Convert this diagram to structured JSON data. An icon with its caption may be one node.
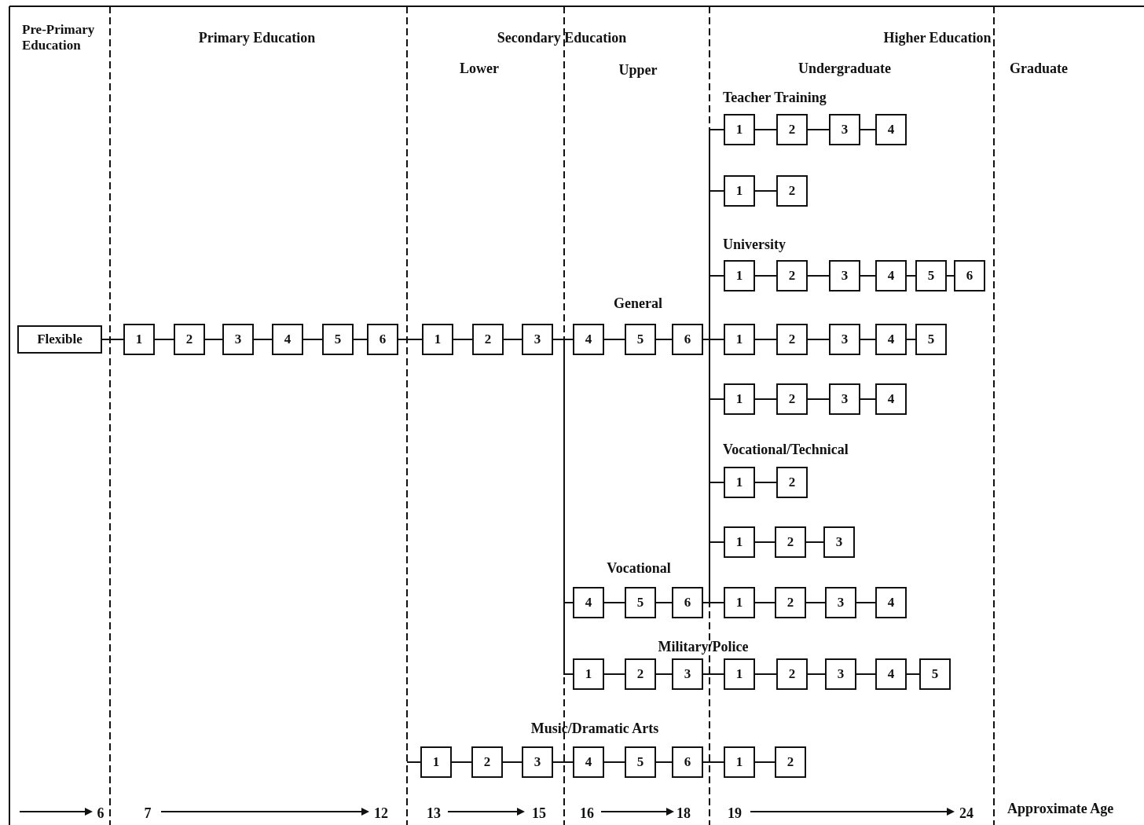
{
  "diagram": {
    "nodes": [
      {
        "text": [
          "1"
        ]
      },
      {
        "text": [
          "2"
        ]
      },
      {
        "text": [
          "3"
        ]
      },
      {
        "text": [
          "4"
        ]
      },
      {
        "text": [
          "1"
        ]
      },
      {
        "text": [
          "2"
        ]
      },
      {
        "text": [
          "1"
        ]
      },
      {
        "text": [
          "2"
        ]
      },
      {
        "text": [
          "3"
        ]
      },
      {
        "text": [
          "4"
        ]
      },
      {
        "text": [
          "5"
        ]
      },
      {
        "text": [
          "6"
        ]
      },
      {
        "text": [
          "Flexible"
        ]
      },
      {
        "text": [
          "1"
        ]
      },
      {
        "text": [
          "2"
        ]
      },
      {
        "text": [
          "3"
        ]
      },
      {
        "text": [
          "4"
        ]
      },
      {
        "text": [
          "5"
        ]
      },
      {
        "text": [
          "6"
        ]
      },
      {
        "text": [
          "1"
        ]
      },
      {
        "text": [
          "2"
        ]
      },
      {
        "text": [
          "3"
        ]
      },
      {
        "text": [
          "4"
        ]
      },
      {
        "text": [
          "5"
        ]
      },
      {
        "text": [
          "6"
        ]
      },
      {
        "text": [
          "1"
        ]
      },
      {
        "text": [
          "2"
        ]
      },
      {
        "text": [
          "3"
        ]
      },
      {
        "text": [
          "4"
        ]
      },
      {
        "text": [
          "5"
        ]
      },
      {
        "text": [
          "1"
        ]
      },
      {
        "text": [
          "2"
        ]
      },
      {
        "text": [
          "3"
        ]
      },
      {
        "text": [
          "4"
        ]
      },
      {
        "text": [
          "1"
        ]
      },
      {
        "text": [
          "2"
        ]
      },
      {
        "text": [
          "1"
        ]
      },
      {
        "text": [
          "2"
        ]
      },
      {
        "text": [
          "3"
        ]
      },
      {
        "text": [
          "4"
        ]
      },
      {
        "text": [
          "5"
        ]
      },
      {
        "text": [
          "6"
        ]
      },
      {
        "text": [
          "1"
        ]
      },
      {
        "text": [
          "2"
        ]
      },
      {
        "text": [
          "3"
        ]
      },
      {
        "text": [
          "4"
        ]
      },
      {
        "text": [
          "1"
        ]
      },
      {
        "text": [
          "2"
        ]
      },
      {
        "text": [
          "3"
        ]
      },
      {
        "text": [
          "1"
        ]
      },
      {
        "text": [
          "2"
        ]
      },
      {
        "text": [
          "3"
        ]
      },
      {
        "text": [
          "4"
        ]
      },
      {
        "text": [
          "5"
        ]
      },
      {
        "text": [
          "1"
        ]
      },
      {
        "text": [
          "2"
        ]
      },
      {
        "text": [
          "3"
        ]
      },
      {
        "text": [
          "4"
        ]
      },
      {
        "text": [
          "5"
        ]
      },
      {
        "text": [
          "6"
        ]
      },
      {
        "text": [
          "1"
        ]
      },
      {
        "text": [
          "2"
        ]
      }
    ],
    "edges": [
      {
        "from": 0,
        "to": 1,
        "arrow": "none"
      },
      {
        "from": 1,
        "to": 2,
        "arrow": "none"
      },
      {
        "from": 2,
        "to": 3,
        "arrow": "none"
      },
      {
        "from": 4,
        "to": 5,
        "arrow": "none"
      },
      {
        "from": 6,
        "to": 7,
        "arrow": "none"
      },
      {
        "from": 7,
        "to": 8,
        "arrow": "none"
      },
      {
        "from": 8,
        "to": 9,
        "arrow": "none"
      },
      {
        "from": 9,
        "to": 10,
        "arrow": "none"
      },
      {
        "from": 10,
        "to": 11,
        "arrow": "none"
      },
      {
        "from": 12,
        "to": 13,
        "arrow": "none"
      },
      {
        "from": 13,
        "to": 14,
        "arrow": "none"
      },
      {
        "from": 14,
        "to": 15,
        "arrow": "none"
      },
      {
        "from": 15,
        "to": 16,
        "arrow": "none"
      },
      {
        "from": 16,
        "to": 17,
        "arrow": "none"
      },
      {
        "from": 17,
        "to": 18,
        "arrow": "none"
      },
      {
        "from": 18,
        "to": 19,
        "arrow": "none"
      },
      {
        "from": 19,
        "to": 20,
        "arrow": "none"
      },
      {
        "from": 20,
        "to": 21,
        "arrow": "none"
      },
      {
        "from": 21,
        "to": 22,
        "arrow": "none"
      },
      {
        "from": 21,
        "to": 39,
        "arrow": "none"
      },
      {
        "from": 21,
        "to": 46,
        "arrow": "none"
      },
      {
        "from": 22,
        "to": 23,
        "arrow": "none"
      },
      {
        "from": 23,
        "to": 24,
        "arrow": "none"
      },
      {
        "from": 24,
        "to": 0,
        "arrow": "none"
      },
      {
        "from": 24,
        "to": 4,
        "arrow": "none"
      },
      {
        "from": 24,
        "to": 6,
        "arrow": "none"
      },
      {
        "from": 24,
        "to": 25,
        "arrow": "none"
      },
      {
        "from": 24,
        "to": 30,
        "arrow": "none"
      },
      {
        "from": 24,
        "to": 34,
        "arrow": "none"
      },
      {
        "from": 24,
        "to": 36,
        "arrow": "none"
      },
      {
        "from": 24,
        "to": 42,
        "arrow": "none"
      },
      {
        "from": 25,
        "to": 26,
        "arrow": "none"
      },
      {
        "from": 26,
        "to": 27,
        "arrow": "none"
      },
      {
        "from": 27,
        "to": 28,
        "arrow": "none"
      },
      {
        "from": 28,
        "to": 29,
        "arrow": "none"
      },
      {
        "from": 30,
        "to": 31,
        "arrow": "none"
      },
      {
        "from": 31,
        "to": 32,
        "arrow": "none"
      },
      {
        "from": 32,
        "to": 33,
        "arrow": "none"
      },
      {
        "from": 34,
        "to": 35,
        "arrow": "none"
      },
      {
        "from": 36,
        "to": 37,
        "arrow": "none"
      },
      {
        "from": 37,
        "to": 38,
        "arrow": "none"
      },
      {
        "from": 39,
        "to": 40,
        "arrow": "none"
      },
      {
        "from": 40,
        "to": 41,
        "arrow": "none"
      },
      {
        "from": 41,
        "to": 42,
        "arrow": "none"
      },
      {
        "from": 42,
        "to": 43,
        "arrow": "none"
      },
      {
        "from": 43,
        "to": 44,
        "arrow": "none"
      },
      {
        "from": 44,
        "to": 45,
        "arrow": "none"
      },
      {
        "from": 46,
        "to": 47,
        "arrow": "none"
      },
      {
        "from": 47,
        "to": 48,
        "arrow": "none"
      },
      {
        "from": 48,
        "to": 49,
        "arrow": "none"
      },
      {
        "from": 49,
        "to": 50,
        "arrow": "none"
      },
      {
        "from": 50,
        "to": 51,
        "arrow": "none"
      },
      {
        "from": 51,
        "to": 52,
        "arrow": "none"
      },
      {
        "from": 52,
        "to": 53,
        "arrow": "none"
      },
      {
        "from": null,
        "to": 54,
        "arrow": "none"
      },
      {
        "from": 54,
        "to": 55,
        "arrow": "none"
      },
      {
        "from": 55,
        "to": 56,
        "arrow": "none"
      },
      {
        "from": 56,
        "to": 57,
        "arrow": "none"
      },
      {
        "from": 57,
        "to": 58,
        "arrow": "none"
      },
      {
        "from": 58,
        "to": 59,
        "arrow": "none"
      },
      {
        "from": 59,
        "to": 60,
        "arrow": "none"
      },
      {
        "from": 60,
        "to": 61,
        "arrow": "none"
      }
    ],
    "labels": [
      "Pre-Primary Education",
      "Primary Education",
      "Secondary Education",
      "Higher Education",
      "Lower",
      "Upper",
      "Undergraduate",
      "Graduate",
      "Teacher Training",
      "University",
      "General",
      "Vocational/Technical",
      "Vocational",
      "Military/Police",
      "Music/Dramatic Arts",
      "6",
      "7",
      "12",
      "13",
      "15",
      "16",
      "18",
      "19",
      "24",
      "Approximate Age"
    ]
  }
}
